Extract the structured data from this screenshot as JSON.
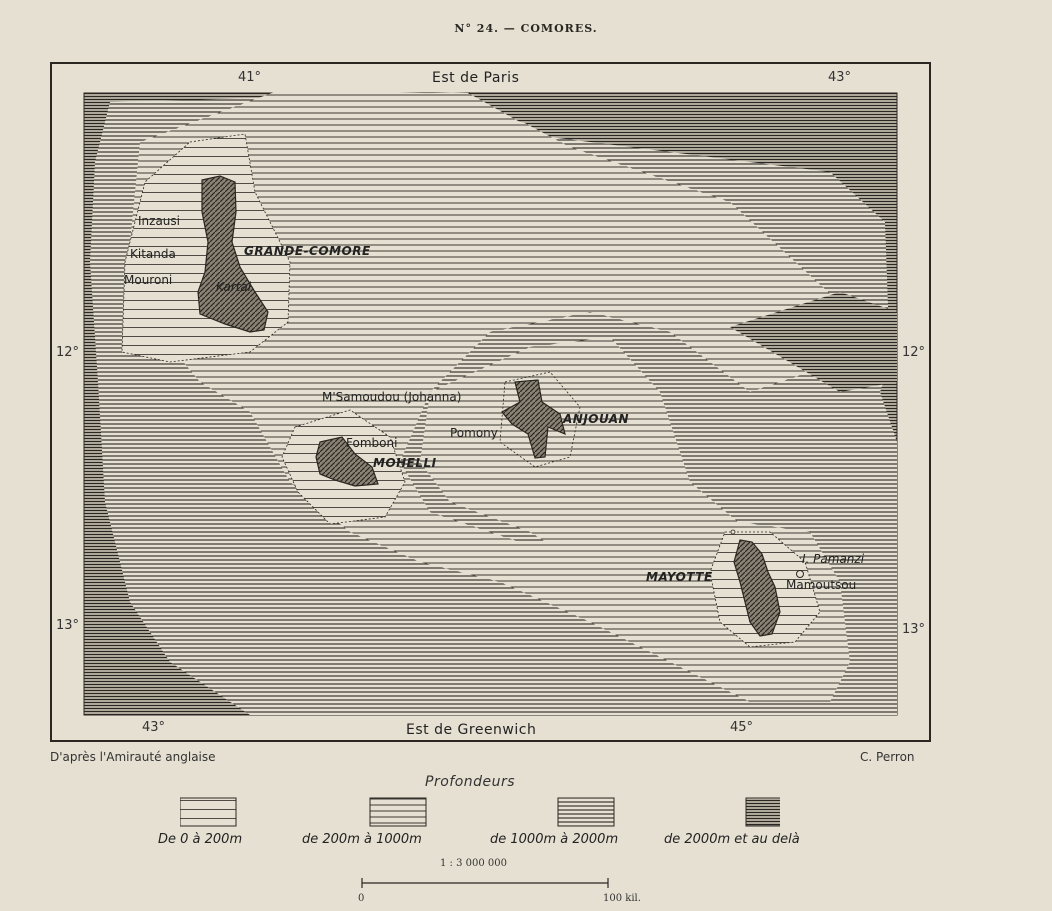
{
  "title": "N° 24. — COMORES.",
  "map": {
    "top_meridian": "Est de Paris",
    "bottom_meridian": "Est de Greenwich",
    "top_lon": [
      "41°",
      "43°"
    ],
    "bottom_lon": [
      "43°",
      "45°"
    ],
    "lat_left": [
      "12°",
      "13°"
    ],
    "lat_right": [
      "12°",
      "13°"
    ],
    "islands": [
      "GRANDE-COMORE",
      "MOHELLI",
      "ANJOUAN",
      "MAYOTTE"
    ],
    "places": {
      "inzausi": "Inzausi",
      "kitanda": "Kitanda",
      "mouroni": "Mouroni",
      "kartal": "Kartal",
      "msamoudou": "M'Samoudou (Johanna)",
      "pomony": "Pomony",
      "fomboni": "Fomboni",
      "pamanzi": "I. Pamanzi",
      "mamoutsou": "Mamoutsou"
    },
    "colors": {
      "ink": "#2a2722",
      "paper": "#e6e0d2"
    }
  },
  "credits": {
    "left": "D'après l'Amirauté anglaise",
    "right": "C. Perron"
  },
  "legend": {
    "title": "Profondeurs",
    "items": [
      {
        "label": "De 0 à 200m"
      },
      {
        "label": "de 200m à 1000m"
      },
      {
        "label": "de 1000m à 2000m"
      },
      {
        "label": "de 2000m et au delà"
      }
    ]
  },
  "scale": {
    "ratio": "1 : 3 000 000",
    "start": "0",
    "end": "100 kil."
  }
}
